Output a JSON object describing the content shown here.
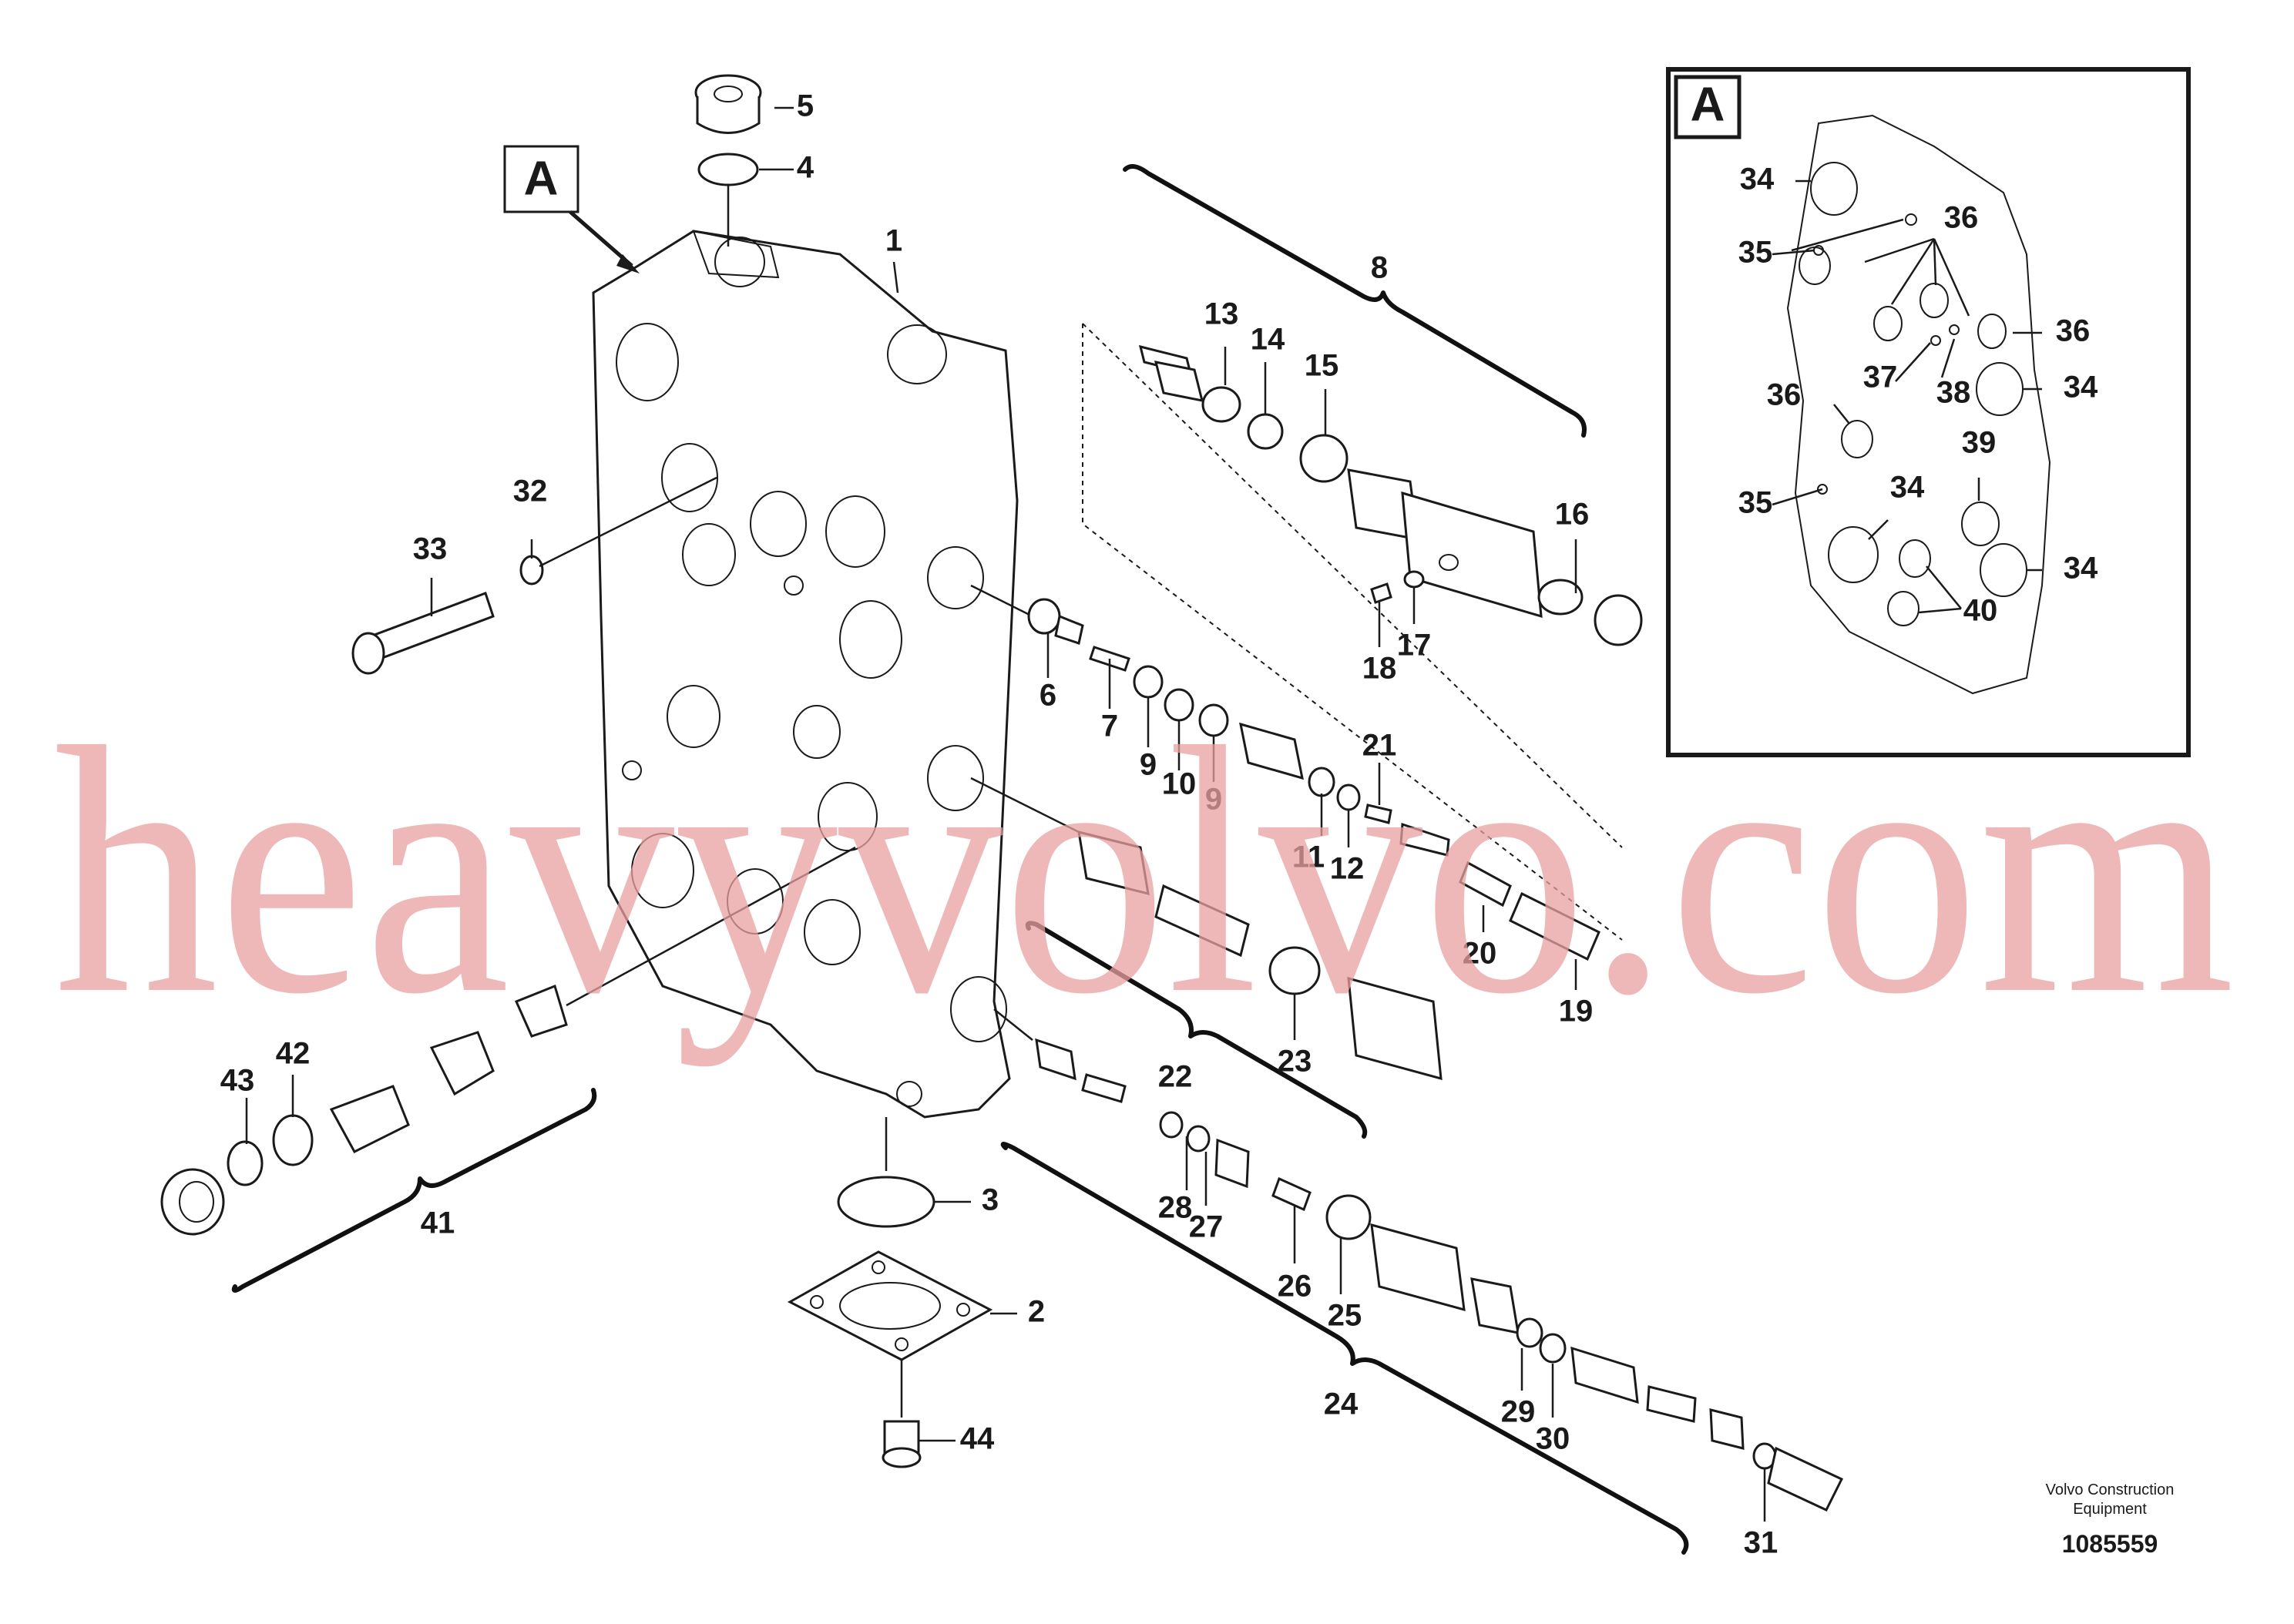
{
  "diagram": {
    "view_marker": "A",
    "detail_marker": "A",
    "part_numbers": [
      "1",
      "2",
      "3",
      "4",
      "5",
      "6",
      "7",
      "8",
      "9",
      "10",
      "9",
      "11",
      "12",
      "13",
      "14",
      "15",
      "16",
      "17",
      "18",
      "19",
      "20",
      "21",
      "22",
      "23",
      "24",
      "25",
      "26",
      "27",
      "28",
      "29",
      "30",
      "31",
      "32",
      "33",
      "34",
      "35",
      "36",
      "36",
      "37",
      "38",
      "36",
      "34",
      "35",
      "34",
      "39",
      "34",
      "40",
      "34",
      "41",
      "42",
      "43",
      "44"
    ],
    "watermark": "heavyvolvo.com",
    "credit_line1": "Volvo Construction",
    "credit_line2": "Equipment",
    "document_number": "1085559"
  }
}
